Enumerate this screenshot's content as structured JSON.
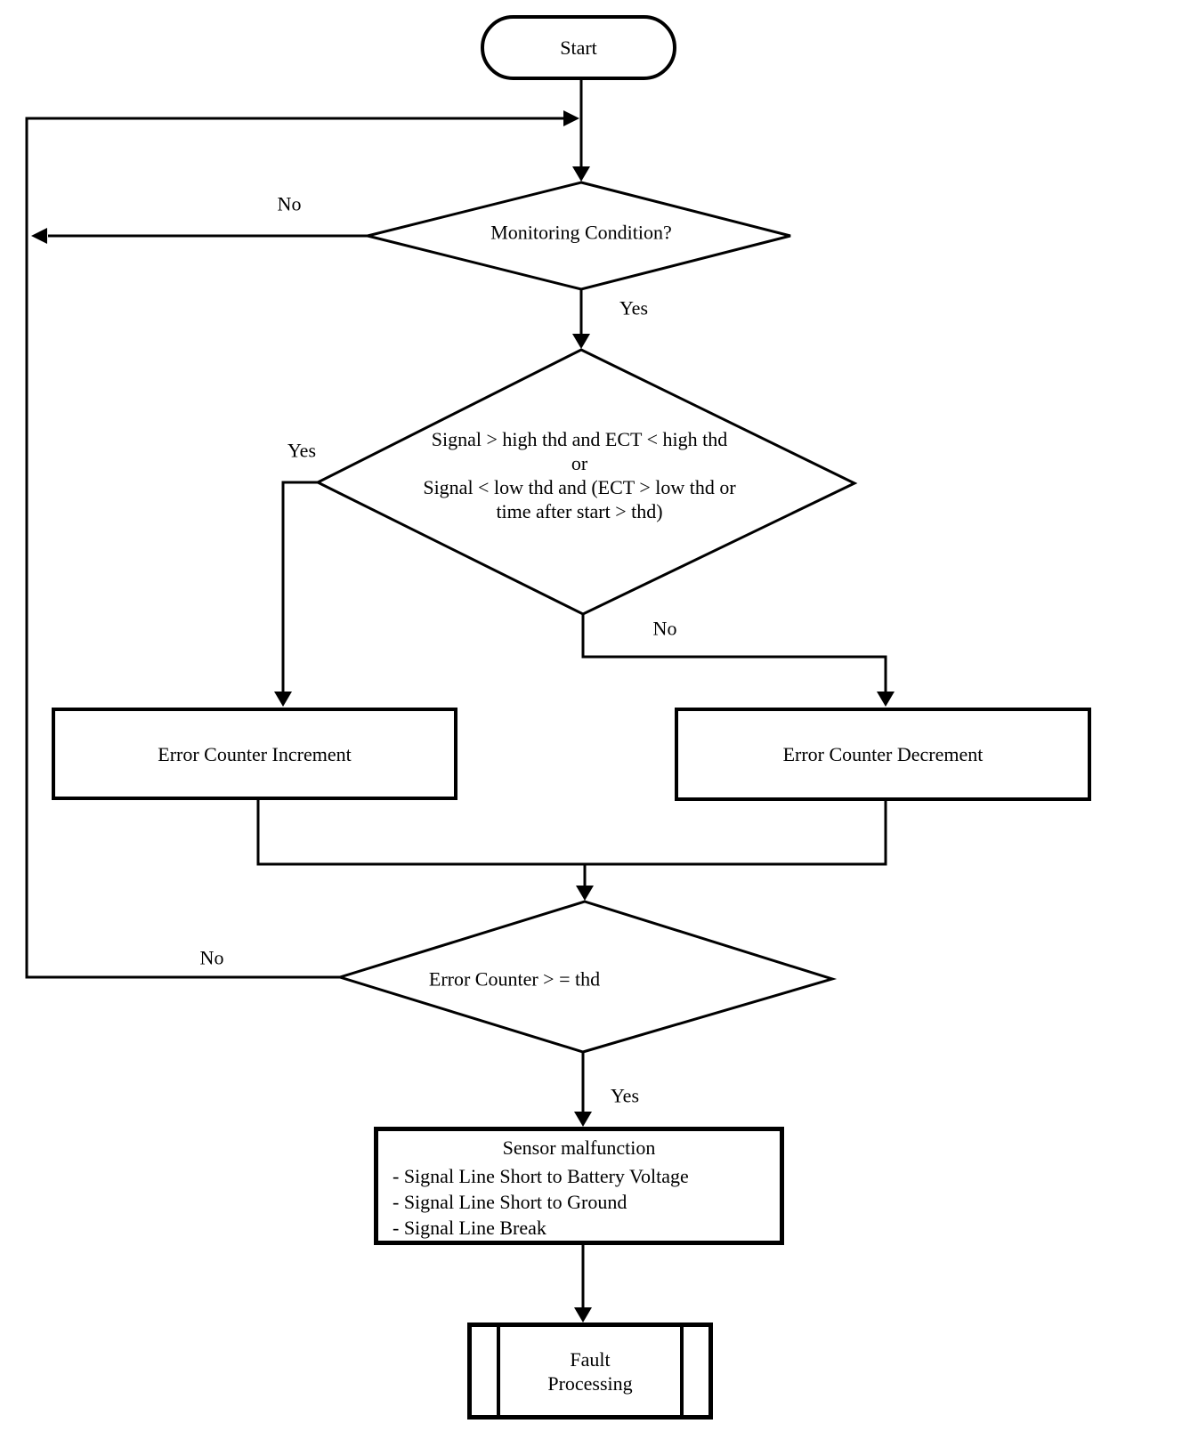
{
  "nodes": {
    "start": {
      "label": "Start"
    },
    "monitoring": {
      "label": "Monitoring Condition?"
    },
    "signal_check": {
      "label": "Signal > high thd and ECT < high thd\nor\nSignal < low thd and (ECT > low thd or\ntime after start > thd)"
    },
    "increment": {
      "label": "Error Counter Increment"
    },
    "decrement": {
      "label": "Error Counter Decrement"
    },
    "threshold": {
      "label": "Error Counter > = thd"
    },
    "malfunction": {
      "title": "Sensor malfunction",
      "items": [
        "- Signal Line Short to Battery Voltage",
        "- Signal Line Short to Ground",
        "- Signal Line Break"
      ]
    },
    "fault": {
      "label": "Fault\nProcessing"
    }
  },
  "edge_labels": {
    "monitoring_no": "No",
    "monitoring_yes": "Yes",
    "signal_yes": "Yes",
    "signal_no": "No",
    "threshold_no": "No",
    "threshold_yes": "Yes"
  },
  "colors": {
    "stroke": "#000000",
    "background": "#ffffff"
  }
}
